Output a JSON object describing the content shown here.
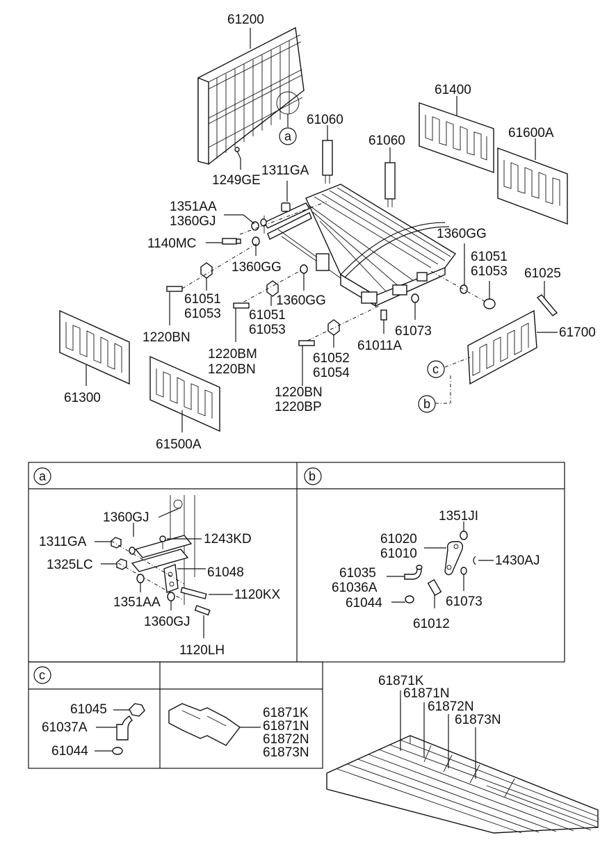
{
  "main_labels": {
    "l61200": "61200",
    "l1249ge": "1249GE",
    "l61060a": "61060",
    "l61060b": "61060",
    "l61400": "61400",
    "l61600a": "61600A",
    "l1311ga": "1311GA",
    "l1351aa": "1351AA",
    "l1360gj": "1360GJ",
    "l1140mc": "1140MC",
    "l1360gg_a": "1360GG",
    "l1360gg_b": "1360GG",
    "l1360gg_c": "1360GG",
    "l61051_a": "61051",
    "l61053_a": "61053",
    "l61051_b": "61051",
    "l61053_b": "61053",
    "l61051_c": "61051",
    "l61053_c": "61053",
    "l61025": "61025",
    "l1220bn_a": "1220BN",
    "l1220bm": "1220BM",
    "l1220bn_b": "1220BN",
    "l61011a": "61011A",
    "l61073": "61073",
    "l61700": "61700",
    "l61052": "61052",
    "l61054": "61054",
    "l1220bn_c": "1220BN",
    "l1220bp": "1220BP",
    "l61300": "61300",
    "l61500a": "61500A"
  },
  "callouts": {
    "a": "a",
    "b": "b",
    "c": "c"
  },
  "section_a": {
    "tag": "a",
    "labels": {
      "l1360gj_top": "1360GJ",
      "l1311ga": "1311GA",
      "l1243kd": "1243KD",
      "l1325lc": "1325LC",
      "l61048": "61048",
      "l1120kx": "1120KX",
      "l1351aa": "1351AA",
      "l1360gj_bot": "1360GJ",
      "l1120lh": "1120LH"
    }
  },
  "section_b": {
    "tag": "b",
    "labels": {
      "l1351ji": "1351JI",
      "l61020": "61020",
      "l61010": "61010",
      "l1430aj": "1430AJ",
      "l61035": "61035",
      "l61036a": "61036A",
      "l61073": "61073",
      "l61044": "61044",
      "l61012": "61012"
    }
  },
  "section_c": {
    "tag": "c",
    "labels": {
      "l61045": "61045",
      "l61037a": "61037A",
      "l61044": "61044"
    }
  },
  "section_d": {
    "labels": {
      "l61871k": "61871K",
      "l61871n": "61871N",
      "l61872n": "61872N",
      "l61873n": "61873N"
    }
  },
  "section_e": {
    "labels": {
      "l61871k": "61871K",
      "l61871n": "61871N",
      "l61872n": "61872N",
      "l61873n": "61873N"
    }
  }
}
